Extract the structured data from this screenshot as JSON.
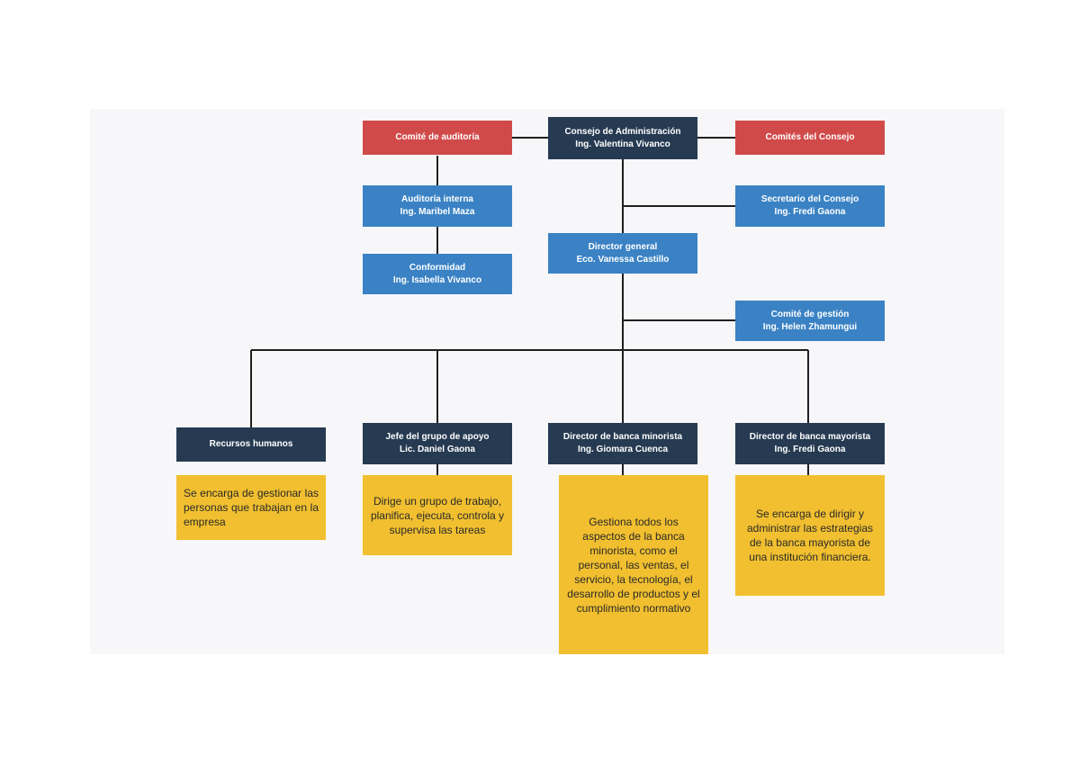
{
  "top": {
    "board": {
      "title": "Consejo de Administración",
      "person": "Ing. Valentina Vivanco"
    },
    "audit_committee": {
      "title": "Comité de auditoría"
    },
    "board_committees": {
      "title": "Comités del Consejo"
    },
    "internal_audit": {
      "title": "Auditoría interna",
      "person": "Ing. Maribel Maza"
    },
    "compliance": {
      "title": "Conformidad",
      "person": "Ing. Isabella Vivanco"
    },
    "board_secretary": {
      "title": "Secretario del Consejo",
      "person": "Ing. Fredi Gaona"
    },
    "general_director": {
      "title": "Director general",
      "person": "Eco. Vanessa Castillo"
    },
    "management_committee": {
      "title": "Comité de gestión",
      "person": "Ing. Helen Zhamungui"
    }
  },
  "departments": [
    {
      "title": "Recursos humanos",
      "person": "",
      "description": "Se encarga de gestionar las personas que trabajan en la empresa"
    },
    {
      "title": "Jefe del grupo de apoyo",
      "person": "Lic. Daniel Gaona",
      "description": "Dirige un grupo de trabajo, planifica, ejecuta, controla y supervisa las tareas"
    },
    {
      "title": "Director de banca minorista",
      "person": "Ing. Giomara Cuenca",
      "description": "Gestiona todos los aspectos de la banca minorista, como el personal, las ventas, el servicio, la tecnología, el desarrollo de productos y el cumplimiento normativo"
    },
    {
      "title": "Director de banca mayorista",
      "person": "Ing. Fredi Gaona",
      "description": "Se encarga de dirigir y administrar las estrategias de la banca mayorista de una institución financiera."
    }
  ],
  "colors": {
    "red": "#d14a4a",
    "navy": "#263a52",
    "blue": "#3a82c4",
    "yellow": "#f1bf2f",
    "line": "#1f1f1f"
  }
}
